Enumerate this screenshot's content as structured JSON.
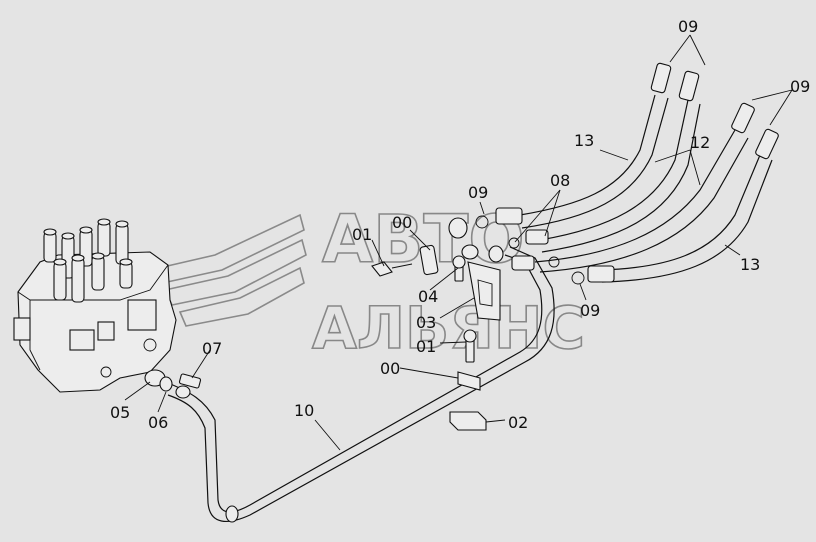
{
  "watermark": {
    "line1": "АВТО",
    "line2": "АЛЬЯНС"
  },
  "callouts": [
    {
      "id": "c1",
      "text": "09"
    },
    {
      "id": "c2",
      "text": "09"
    },
    {
      "id": "c3",
      "text": "13"
    },
    {
      "id": "c4",
      "text": "12"
    },
    {
      "id": "c5",
      "text": "13"
    },
    {
      "id": "c6",
      "text": "09"
    },
    {
      "id": "c7",
      "text": "08"
    },
    {
      "id": "c8",
      "text": "09"
    },
    {
      "id": "c9",
      "text": "00"
    },
    {
      "id": "c10",
      "text": "01"
    },
    {
      "id": "c11",
      "text": "04"
    },
    {
      "id": "c12",
      "text": "03"
    },
    {
      "id": "c13",
      "text": "01"
    },
    {
      "id": "c14",
      "text": "00"
    },
    {
      "id": "c15",
      "text": "07"
    },
    {
      "id": "c16",
      "text": "05"
    },
    {
      "id": "c17",
      "text": "06"
    },
    {
      "id": "c18",
      "text": "10"
    },
    {
      "id": "c19",
      "text": "02"
    }
  ]
}
